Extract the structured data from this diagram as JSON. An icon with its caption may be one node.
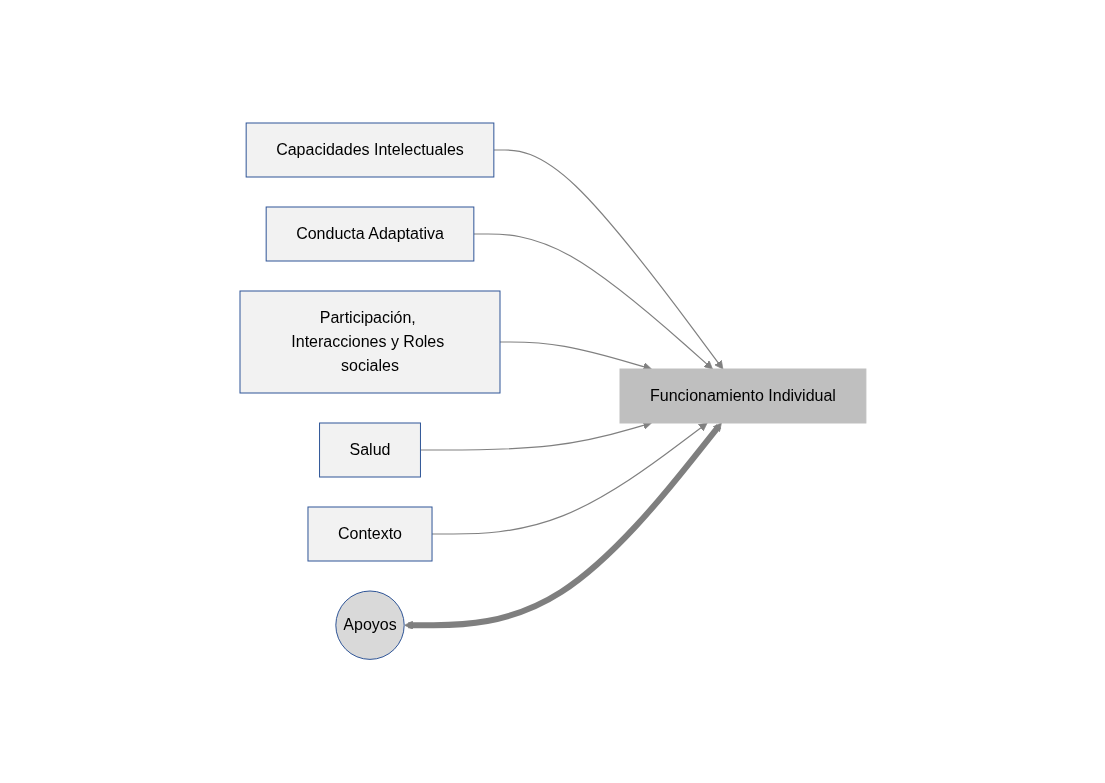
{
  "diagram": {
    "nodes": [
      {
        "text": [
          "Capacidades Intelectuales"
        ]
      },
      {
        "text": [
          "Conducta Adaptativa"
        ]
      },
      {
        "text": [
          "Participación, Interacciones y Roles sociales"
        ]
      },
      {
        "text": [
          "Salud"
        ]
      },
      {
        "text": [
          "Contexto"
        ]
      },
      {
        "text": [
          "Apoyos"
        ]
      },
      {
        "text": [
          "Funcionamiento Individual"
        ]
      }
    ],
    "edges": [
      {
        "from": 0,
        "to": 6,
        "arrow": "to"
      },
      {
        "from": 1,
        "to": 6,
        "arrow": "to"
      },
      {
        "from": 2,
        "to": 6,
        "arrow": "to"
      },
      {
        "from": 3,
        "to": 6,
        "arrow": "to"
      },
      {
        "from": 4,
        "to": 6,
        "arrow": "to"
      },
      {
        "from": 5,
        "to": 6,
        "arrow": "both",
        "style": "thick",
        "color": "#7f7f7f"
      }
    ]
  }
}
